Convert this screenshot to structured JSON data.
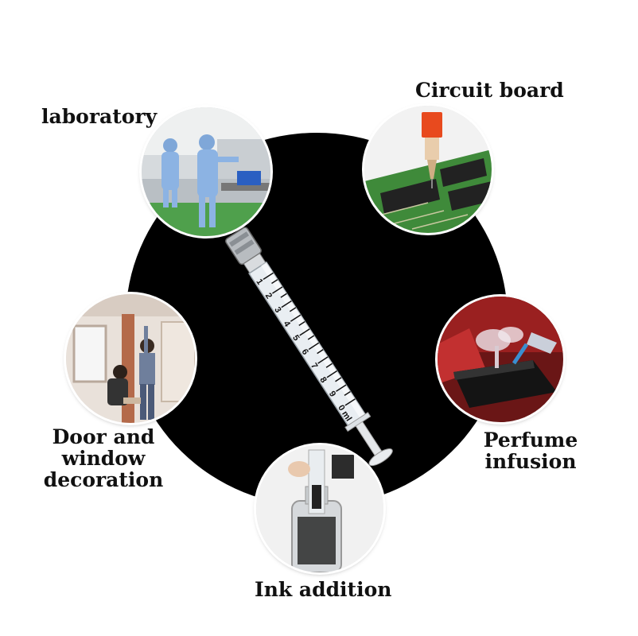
{
  "labels": {
    "laboratory": "laboratory",
    "circuit_board": "Circuit board",
    "door_line1": "Door and",
    "door_line2": "window",
    "door_line3": "decoration",
    "perfume_line1": "Perfume",
    "perfume_line2": "infusion",
    "ink": "Ink addition"
  },
  "syringe": {
    "scale_marks": [
      "1",
      "2",
      "3",
      "4",
      "5",
      "6",
      "7",
      "8",
      "9",
      "0",
      "ml"
    ]
  },
  "colors": {
    "background": "#ffffff",
    "disc": "#000000",
    "text": "#111111"
  }
}
